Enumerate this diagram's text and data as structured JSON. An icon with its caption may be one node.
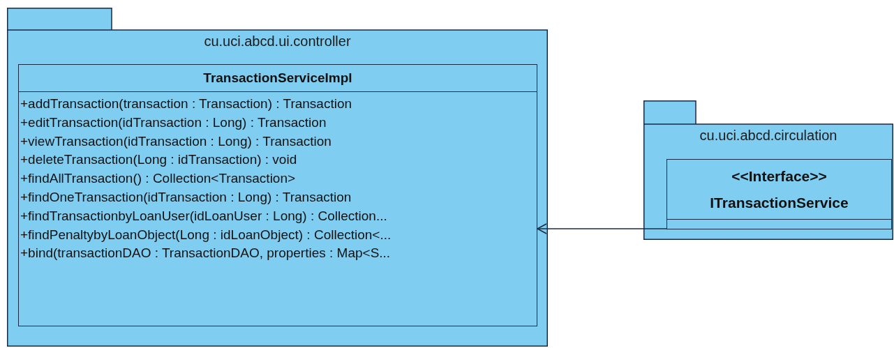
{
  "diagram": {
    "nodes": [
      {
        "text": [
          "cu.uci.abcd.ui.controller"
        ]
      },
      {
        "text": [
          "TransactionServiceImpl",
          "+addTransaction(transaction : Transaction) : Transaction",
          "+editTransaction(idTransaction : Long) : Transaction",
          "+viewTransaction(idTransaction : Long) : Transaction",
          "+deleteTransaction(Long : idTransaction) : void",
          "+findAllTransaction() : Collection<Transaction>",
          "+findOneTransaction(idTransaction : Long) : Transaction",
          "+findTransactionbyLoanUser(idLoanUser : Long) : Collection...",
          "+findPenaltybyLoanObject(Long : idLoanObject) : Collection<...",
          "+bind(transactionDAO : TransactionDAO, properties : Map<S..."
        ],
        "in": 0
      },
      {
        "text": [
          "cu.uci.abcd.circulation"
        ]
      },
      {
        "text": [
          "<<Interface>>",
          "ITransactionService"
        ],
        "in": 2
      }
    ],
    "edges": [
      {
        "from": 3,
        "to": 1,
        "arrow": "to"
      }
    ]
  }
}
